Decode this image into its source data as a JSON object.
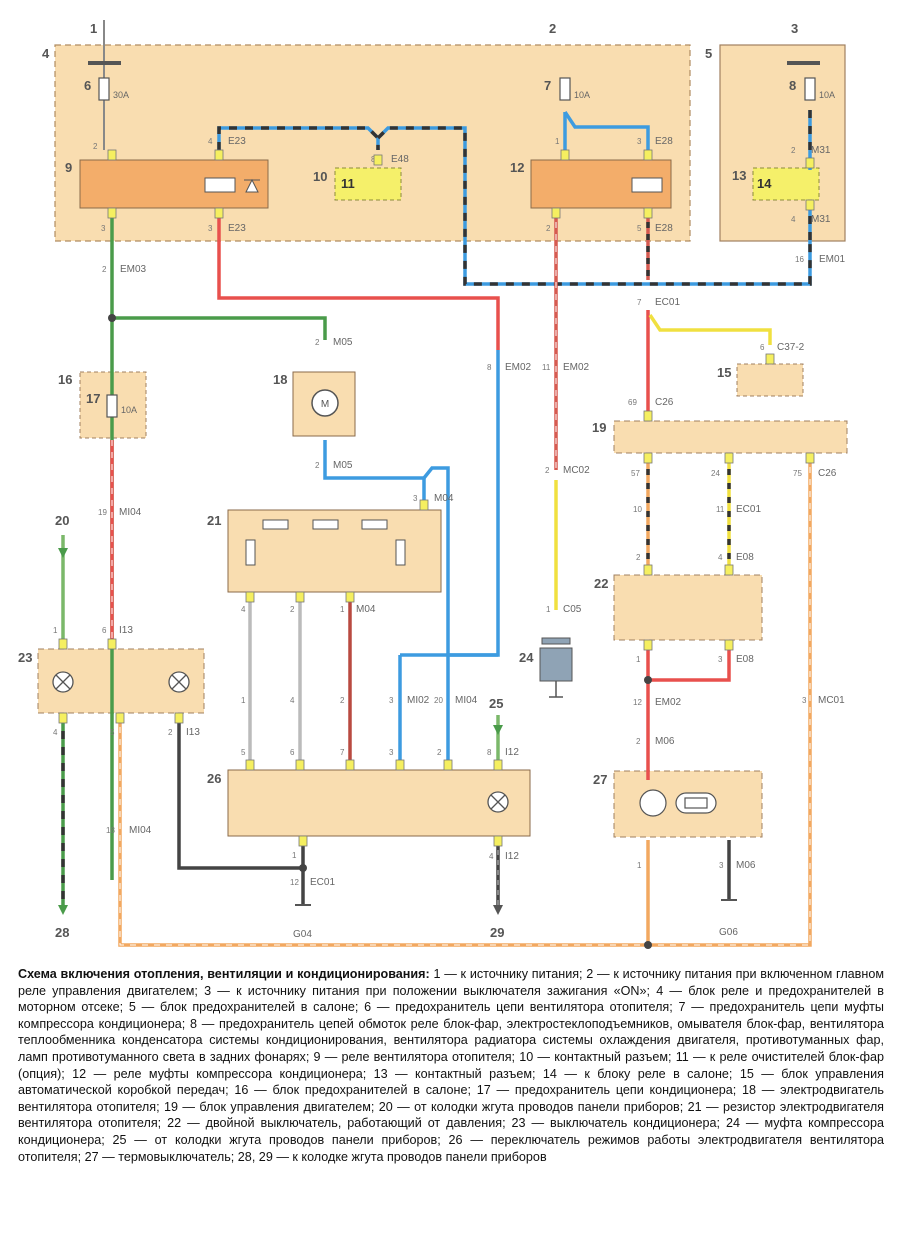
{
  "colors": {
    "engine_box": "#f9ddb0",
    "relay_body": "#f3ad6a",
    "yellow_block": "#f5f06a",
    "wire_green": "#4a9b4a",
    "wire_red": "#e8504d",
    "wire_blue": "#3d9be0",
    "wire_yellow": "#f0e040",
    "wire_orange": "#f2a860",
    "wire_gray": "#bbbbbb",
    "wire_black": "#444444",
    "wire_brown": "#b94a40",
    "clutch": "#8fa3b5"
  },
  "components": {
    "c1": "1",
    "c2": "2",
    "c3": "3",
    "c4": "4",
    "c5": "5",
    "c6": "6",
    "c7": "7",
    "c8": "8",
    "c9": "9",
    "c10": "10",
    "c11": "11",
    "c12": "12",
    "c13": "13",
    "c14": "14",
    "c15": "15",
    "c16": "16",
    "c17": "17",
    "c18": "18",
    "c19": "19",
    "c20": "20",
    "c21": "21",
    "c22": "22",
    "c23": "23",
    "c24": "24",
    "c25": "25",
    "c26": "26",
    "c27": "27",
    "c28": "28",
    "c29": "29"
  },
  "fuses": {
    "f6": "30A",
    "f7": "10A",
    "f8": "10A",
    "f17": "10A"
  },
  "motor_symbol": "M",
  "connectors": {
    "e23_top": "E23",
    "e23_bot": "E23",
    "e48": "E48",
    "e28_top": "E28",
    "e28_bot": "E28",
    "m31_top": "M31",
    "m31_bot": "M31",
    "em01": "EM01",
    "em03": "EM03",
    "m05_top": "M05",
    "m05_bot": "M05",
    "m04_top": "M04",
    "m04_mid": "M04",
    "em02_a": "EM02",
    "em02_b": "EM02",
    "mc02": "MC02",
    "ec01_a": "EC01",
    "c37": "C37-2",
    "c26_top": "C26",
    "c26_bot": "C26",
    "ec01_b": "EC01",
    "e08_top": "E08",
    "e08_bot": "E08",
    "em02_c": "EM02",
    "m06_a": "M06",
    "m06_b": "M06",
    "mi04_a": "MI04",
    "i13_top": "I13",
    "i13_bot": "I13",
    "mi02": "MI02",
    "mi04_b": "MI04",
    "i12_top": "I12",
    "i12_bot": "I12",
    "mi04_c": "MI04",
    "ec01_c": "EC01",
    "mc01": "MC01",
    "c05": "C05",
    "g04": "G04",
    "g06": "G06"
  },
  "pins": {
    "p9_2": "2",
    "p9_4": "4",
    "p9_3a": "3",
    "p9_3b": "3",
    "p10_8": "8",
    "p12_1": "1",
    "p12_3": "3",
    "p12_2": "2",
    "p12_5": "5",
    "p13_2": "2",
    "p13_4": "4",
    "p_em01": "16",
    "p_em03": "2",
    "p_m05a": "2",
    "p_m05b": "2",
    "p_m04": "3",
    "p_em02a": "8",
    "p_em02b": "11",
    "p_mc02": "2",
    "p_ec01": "7",
    "p_c37": "6",
    "p19_69": "69",
    "p19_57": "57",
    "p19_24": "24",
    "p19_75": "75",
    "p_10": "10",
    "p_11": "11",
    "p22_2": "2",
    "p22_4": "4",
    "p22_1": "1",
    "p22_3": "3",
    "p_em02c": "12",
    "p_m06a": "2",
    "p_m06_1": "1",
    "p_m06_3": "3",
    "p_mi04a": "19",
    "p23_1": "1",
    "p23_6": "6",
    "p23_4": "4",
    "p23_5": "5",
    "p23_2": "2",
    "p21_4": "4",
    "p21_2": "2",
    "p21_1": "1",
    "p_mid_1": "1",
    "p_mid_4": "4",
    "p_mid_2": "2",
    "p_mid_3": "3",
    "p_mid_20": "20",
    "p26_5": "5",
    "p26_6": "6",
    "p26_7": "7",
    "p26_3": "3",
    "p26_2": "2",
    "p26_8": "8",
    "p26_1": "1",
    "p_i12_4": "4",
    "p_mi04c": "18",
    "p_ec01c": "12",
    "p_mc01": "3",
    "p_c05": "1"
  },
  "caption": {
    "title": "Схема включения отопления, вентиляции и кондиционирования:",
    "body": " 1 — к источнику питания; 2 — к источнику питания при включенном главном реле управления двигателем; 3 — к источнику питания при положении выключателя зажигания «ON»; 4 — блок реле и предохранителей в моторном отсеке; 5 — блок предохранителей в салоне; 6 — предохранитель цепи вентилятора отопителя; 7 — предохранитель цепи муфты компрессора кондиционера; 8 — предохранитель цепей обмоток реле блок-фар, электростеклоподъемников, омывателя блок-фар, вентилятора теплообменника конденсатора системы кондиционирования, вентилятора радиатора системы охлаждения двигателя, противотуманных фар, ламп противотуманного света в задних фонарях; 9 — реле вентилятора отопителя; 10 — контактный разъем; 11 — к реле очистителей блок-фар (опция); 12 — реле муфты компрессора кондиционера; 13 — контактный разъем; 14 — к блоку реле в салоне; 15 — блок управления автоматической коробкой передач; 16 — блок предохранителей в салоне; 17 — предохранитель цепи кондиционера; 18 — электродвигатель вентилятора отопителя; 19 — блок управления двигателем; 20 — от колодки жгута проводов панели приборов; 21 — резистор электродвигателя вентилятора отопителя; 22 — двойной выключатель, работающий от давления; 23 — выключатель кондиционера; 24 — муфта компрессора кондиционера; 25 — от колодки жгута проводов панели приборов; 26 — переключатель режимов работы электродвигателя вентилятора отопителя; 27 — термовыключатель; 28, 29 — к колодке жгута проводов панели приборов"
  }
}
